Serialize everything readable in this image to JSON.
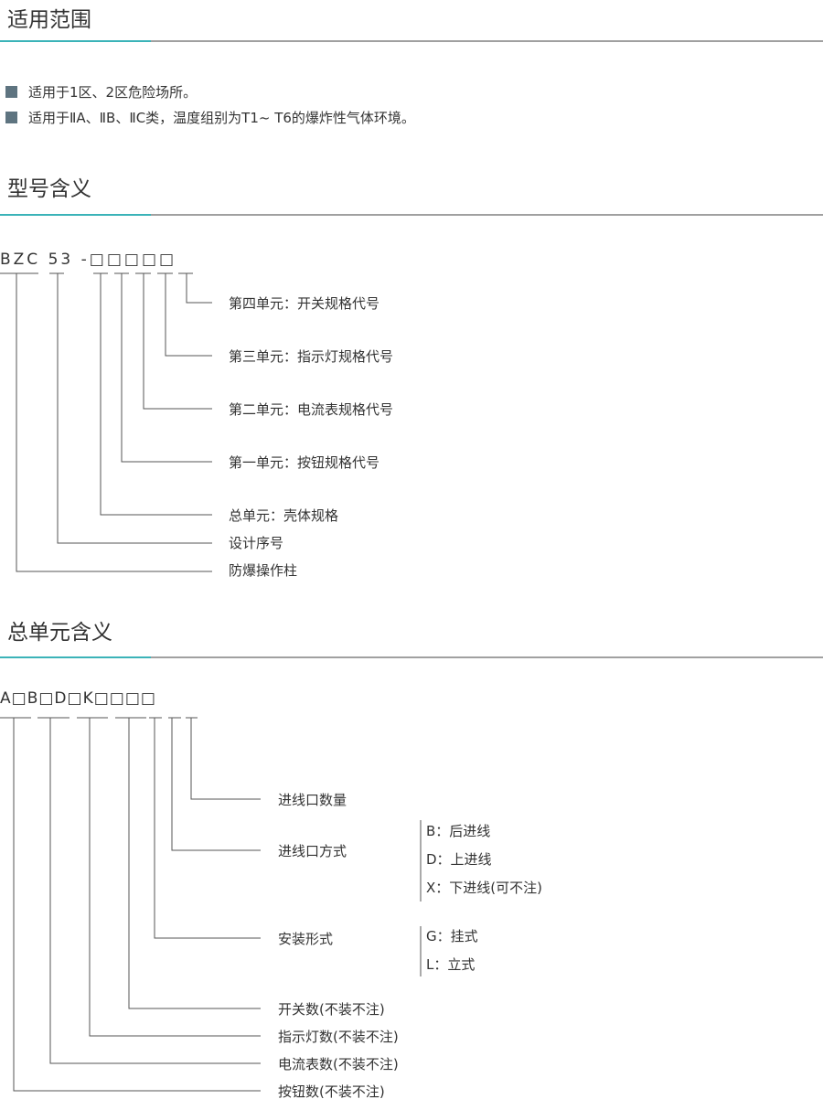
{
  "sections": {
    "scope": {
      "title": "适用范围",
      "items": [
        "适用于1区、2区危险场所。",
        "适用于ⅡA、ⅡB、ⅡC类，温度组别为T1~ T6的爆炸性气体环境。"
      ]
    },
    "model": {
      "title": "型号含义",
      "code": "BZC 53 -□□□□□",
      "labels": [
        "第四单元：开关规格代号",
        "第三单元：指示灯规格代号",
        "第二单元：电流表规格代号",
        "第一单元：按钮规格代号",
        "总单元：壳体规格",
        "设计序号",
        "防爆操作柱"
      ]
    },
    "total": {
      "title": "总单元含义",
      "code": "A□B□D□K□□□□",
      "labels": [
        "进线口数量",
        "进线口方式",
        "安装形式",
        "开关数(不装不注)",
        "指示灯数(不装不注)",
        "电流表数(不装不注)",
        "按钮数(不装不注)"
      ],
      "entry_options": [
        "B：后进线",
        "D：上进线",
        "X：下进线(可不注)"
      ],
      "mount_options": [
        "G：挂式",
        "L：立式"
      ]
    }
  }
}
